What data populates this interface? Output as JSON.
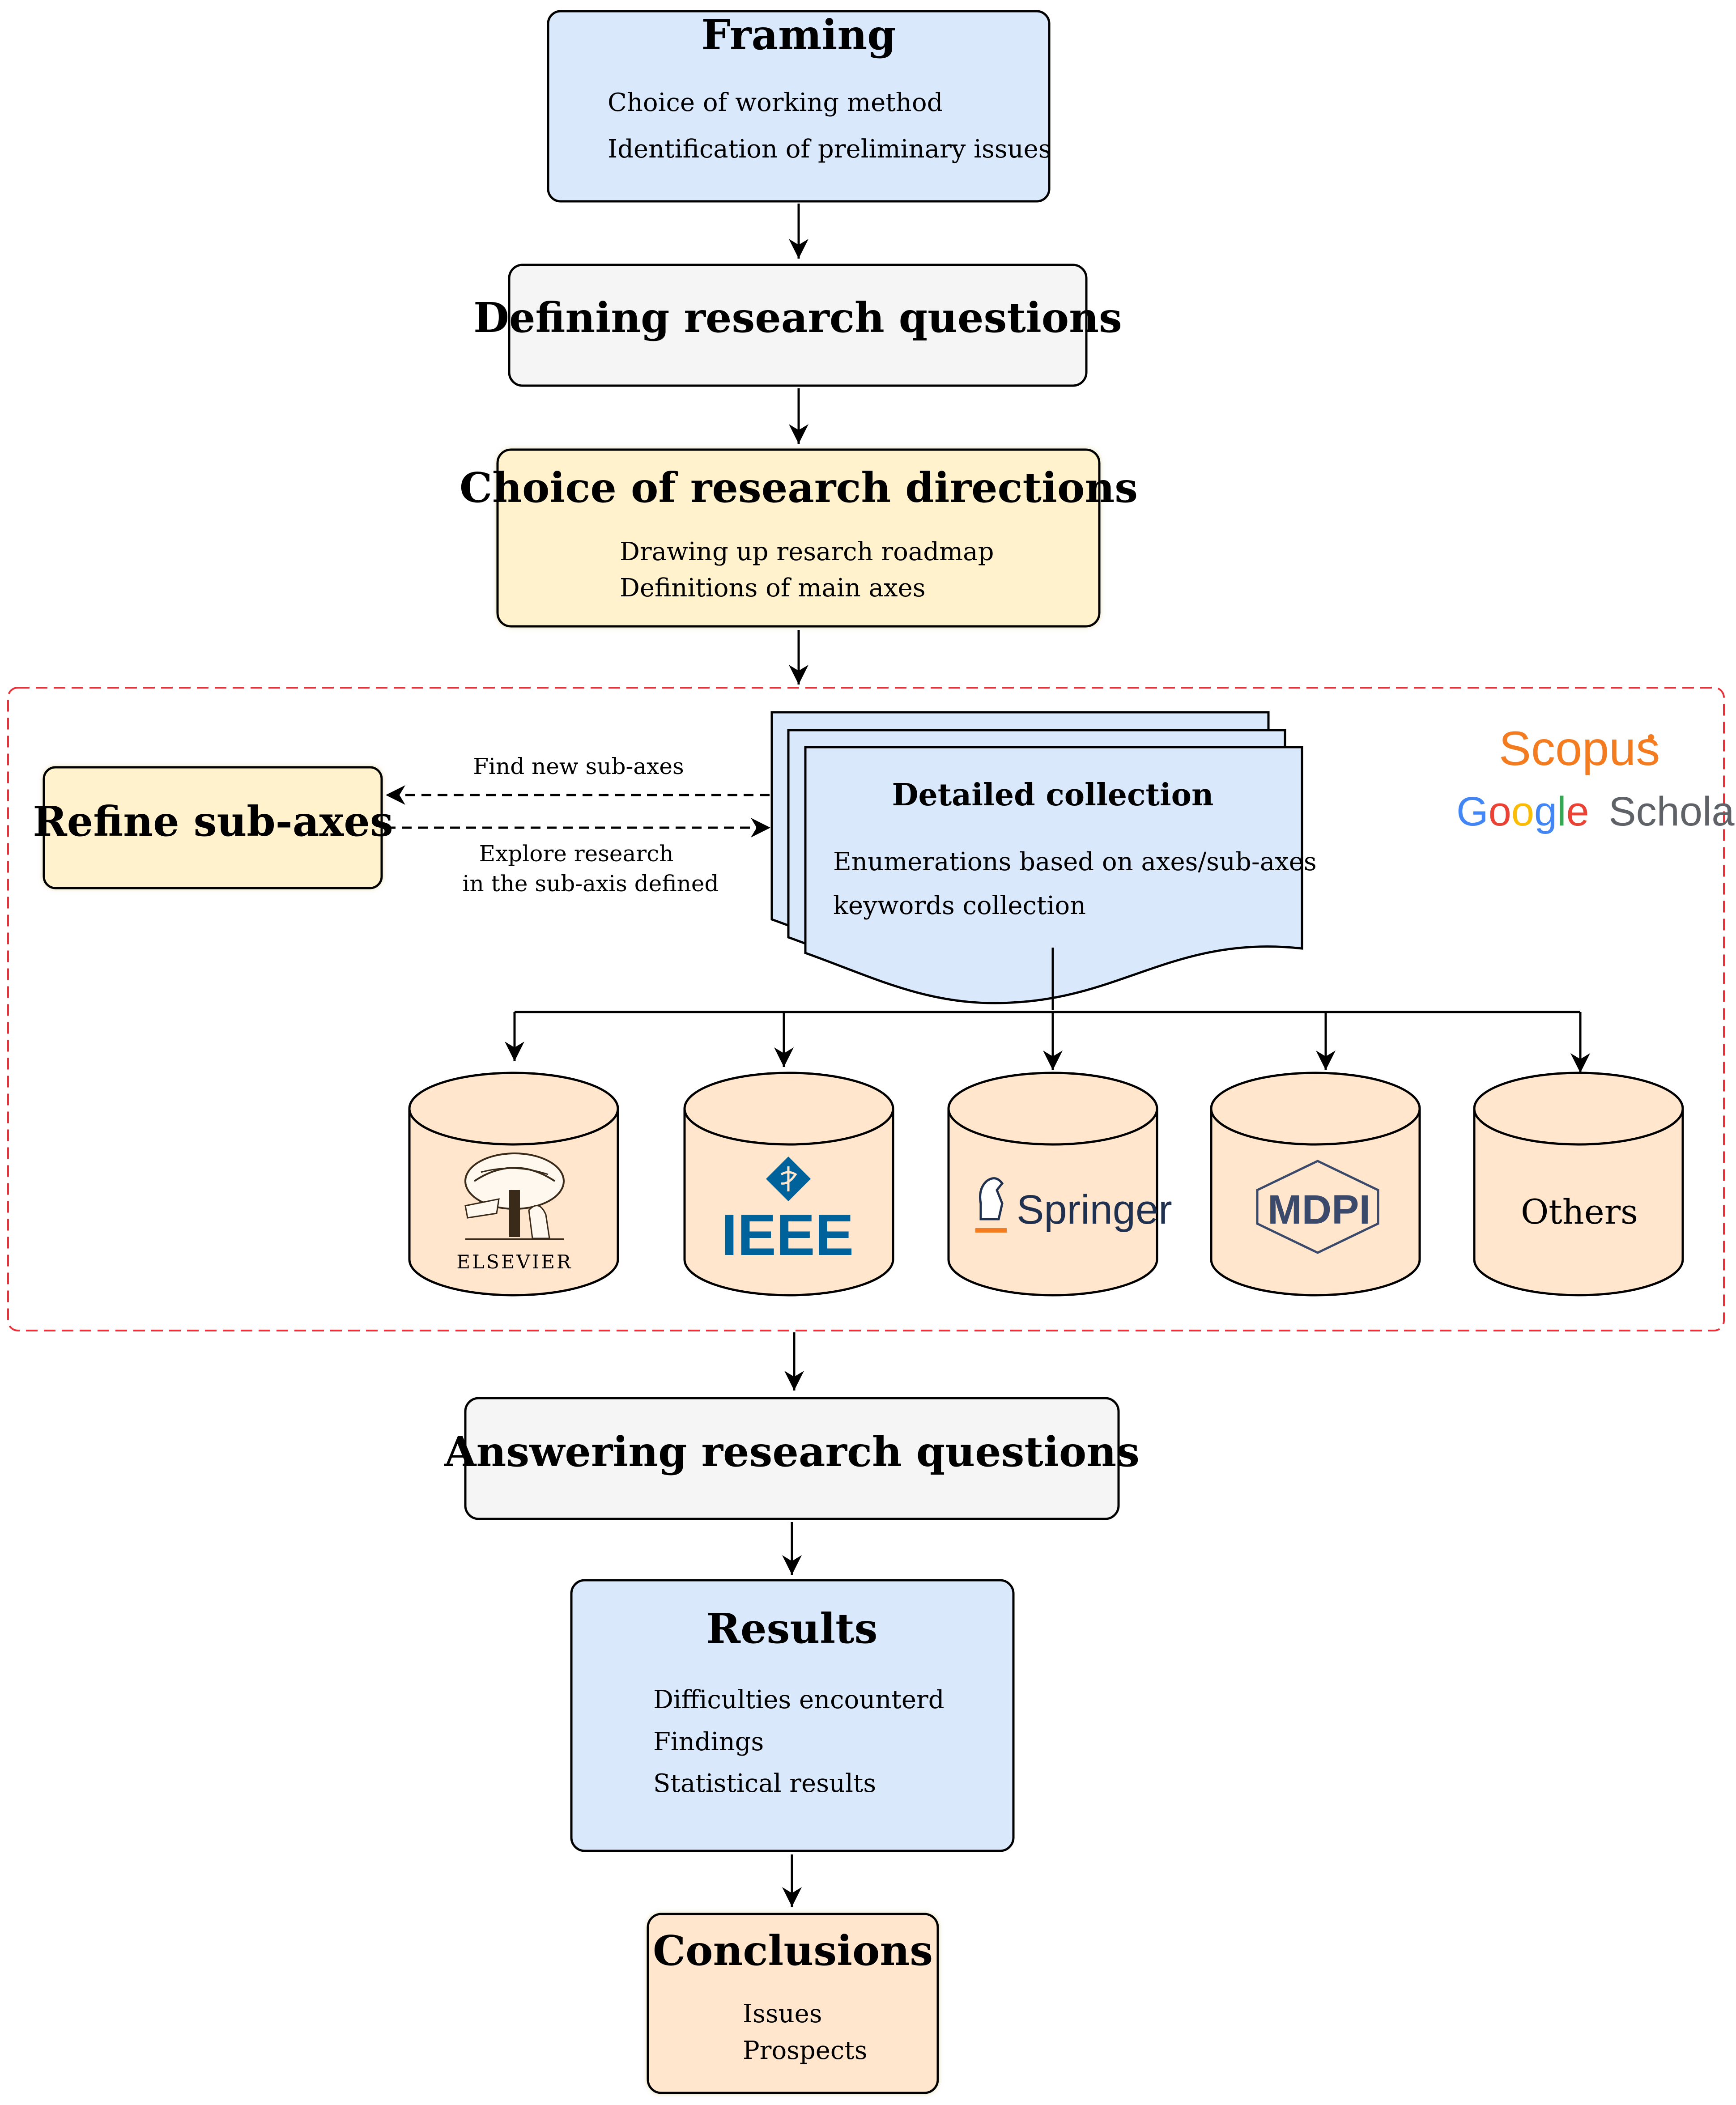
{
  "framing": {
    "title": "Framing",
    "items": [
      "Choice of working method",
      "Identification of preliminary issues"
    ]
  },
  "defining": {
    "title": "Defining research questions"
  },
  "choice": {
    "title": "Choice of research directions",
    "items": [
      "Drawing up resarch roadmap",
      "Definitions of main axes"
    ]
  },
  "refine": {
    "title": "Refine sub-axes",
    "find_label": "Find new sub-axes",
    "explore_label_1": "Explore research",
    "explore_label_2": "in the sub-axis defined"
  },
  "collection": {
    "title": "Detailed collection",
    "items": [
      "Enumerations based on axes/sub-axes",
      "keywords collection"
    ]
  },
  "search_engines": {
    "scopus": "Scopus",
    "google_letters": [
      "G",
      "o",
      "o",
      "g",
      "l",
      "e"
    ],
    "scholar": "Scholar"
  },
  "databases": {
    "elsevier": "ELSEVIER",
    "ieee": "IEEE",
    "springer": "Springer",
    "mdpi": "MDPI",
    "others": "Others"
  },
  "answering": {
    "title": "Answering research questions"
  },
  "results": {
    "title": "Results",
    "items": [
      "Difficulties encounterd",
      "Findings",
      "Statistical results"
    ]
  },
  "conclusions": {
    "title": "Conclusions",
    "items": [
      "Issues",
      "Prospects"
    ]
  },
  "colors": {
    "blue_box": "#dae8fc",
    "grey_box": "#f5f5f5",
    "yellow_box": "#fff2cc",
    "peach_box": "#ffe6cc",
    "dashed_frame": "#e8323a",
    "scopus_orange": "#f47c20",
    "elsevier_orange": "#e9711c",
    "ieee_blue": "#00629b",
    "springer_navy": "#20304f",
    "mdpi_slate": "#3b4a6b",
    "google_blue": "#4285f4",
    "google_red": "#ea4335",
    "google_yellow": "#fbbc05",
    "google_green": "#34a853",
    "scholar_grey": "#5f6368"
  }
}
